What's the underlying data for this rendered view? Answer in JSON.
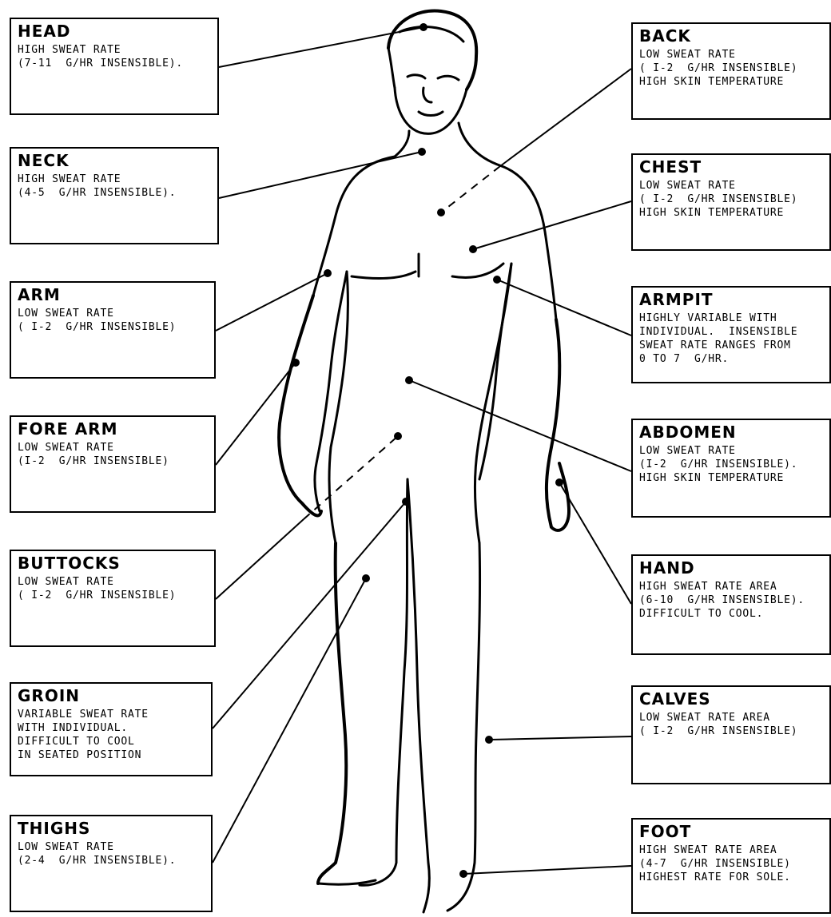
{
  "regions": [
    {
      "id": "head",
      "title": "HEAD",
      "lines": [
        "HIGH SWEAT RATE",
        "(7-11  G/HR INSENSIBLE)."
      ]
    },
    {
      "id": "neck",
      "title": "NECK",
      "lines": [
        "HIGH SWEAT RATE",
        "(4-5  G/HR INSENSIBLE)."
      ]
    },
    {
      "id": "arm",
      "title": "ARM",
      "lines": [
        "LOW SWEAT RATE",
        "( I-2  G/HR INSENSIBLE)"
      ]
    },
    {
      "id": "forearm",
      "title": "FORE ARM",
      "lines": [
        "LOW SWEAT RATE",
        "(I-2  G/HR INSENSIBLE)"
      ]
    },
    {
      "id": "buttocks",
      "title": "BUTTOCKS",
      "lines": [
        "LOW SWEAT RATE",
        "( I-2  G/HR INSENSIBLE)"
      ]
    },
    {
      "id": "groin",
      "title": "GROIN",
      "lines": [
        "VARIABLE SWEAT RATE",
        "WITH INDIVIDUAL.",
        "DIFFICULT TO COOL",
        "IN SEATED POSITION"
      ]
    },
    {
      "id": "thighs",
      "title": "THIGHS",
      "lines": [
        "LOW SWEAT RATE",
        "(2-4  G/HR INSENSIBLE)."
      ]
    },
    {
      "id": "back",
      "title": "BACK",
      "lines": [
        "LOW SWEAT RATE",
        "( I-2  G/HR INSENSIBLE)",
        "HIGH SKIN TEMPERATURE"
      ]
    },
    {
      "id": "chest",
      "title": "CHEST",
      "lines": [
        "LOW SWEAT RATE",
        "( I-2  G/HR INSENSIBLE)",
        "HIGH SKIN TEMPERATURE"
      ]
    },
    {
      "id": "armpit",
      "title": "ARMPIT",
      "lines": [
        "HIGHLY VARIABLE WITH",
        "INDIVIDUAL.  INSENSIBLE",
        "SWEAT RATE RANGES FROM",
        "0 TO 7  G/HR."
      ]
    },
    {
      "id": "abdomen",
      "title": "ABDOMEN",
      "lines": [
        "LOW SWEAT RATE",
        "(I-2  G/HR INSENSIBLE).",
        "HIGH SKIN TEMPERATURE"
      ]
    },
    {
      "id": "hand",
      "title": "HAND",
      "lines": [
        "HIGH SWEAT RATE AREA",
        "(6-10  G/HR INSENSIBLE).",
        "DIFFICULT TO COOL."
      ]
    },
    {
      "id": "calves",
      "title": "CALVES",
      "lines": [
        "LOW SWEAT RATE AREA",
        "( I-2  G/HR INSENSIBLE)"
      ]
    },
    {
      "id": "foot",
      "title": "FOOT",
      "lines": [
        "HIGH SWEAT RATE AREA",
        "(4-7  G/HR INSENSIBLE)",
        "HIGHEST RATE FOR SOLE."
      ]
    }
  ]
}
